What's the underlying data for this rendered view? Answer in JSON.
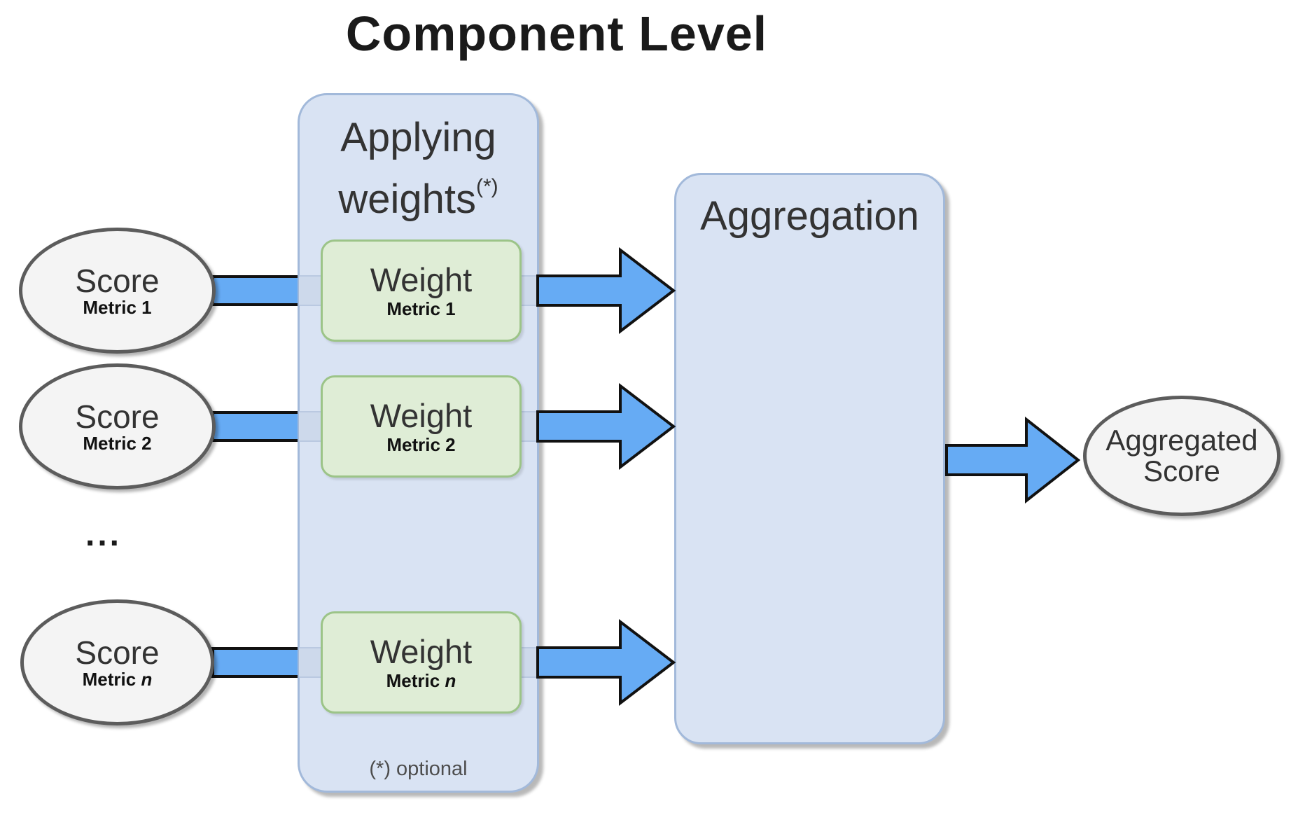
{
  "title": "Component Level",
  "weights_panel": {
    "title_line1": "Applying",
    "title_line2": "weights",
    "title_superscript": "(*)",
    "footnote": "(*) optional"
  },
  "aggregation_panel": {
    "title": "Aggregation"
  },
  "rows": [
    {
      "score_label": "Score",
      "weight_label": "Weight",
      "metric_prefix": "Metric",
      "metric_var": "1"
    },
    {
      "score_label": "Score",
      "weight_label": "Weight",
      "metric_prefix": "Metric",
      "metric_var": "2"
    },
    {
      "score_label": "Score",
      "weight_label": "Weight",
      "metric_prefix": "Metric",
      "metric_var": "n"
    }
  ],
  "ellipsis": "...",
  "output_node": {
    "line1": "Aggregated",
    "line2": "Score"
  },
  "colors": {
    "panel_fill": "#d9e3f3",
    "panel_border": "#a2b9da",
    "weight_box_fill": "#dfedd6",
    "weight_box_border": "#9cc488",
    "ellipse_fill": "#f4f4f4",
    "ellipse_border": "#5c5c5c",
    "arrow_fill": "#66abf4",
    "arrow_outline": "#111111",
    "stripe_fill": "#cdd9eb",
    "title_text": "#1a1a1a",
    "label_text": "#333333"
  }
}
